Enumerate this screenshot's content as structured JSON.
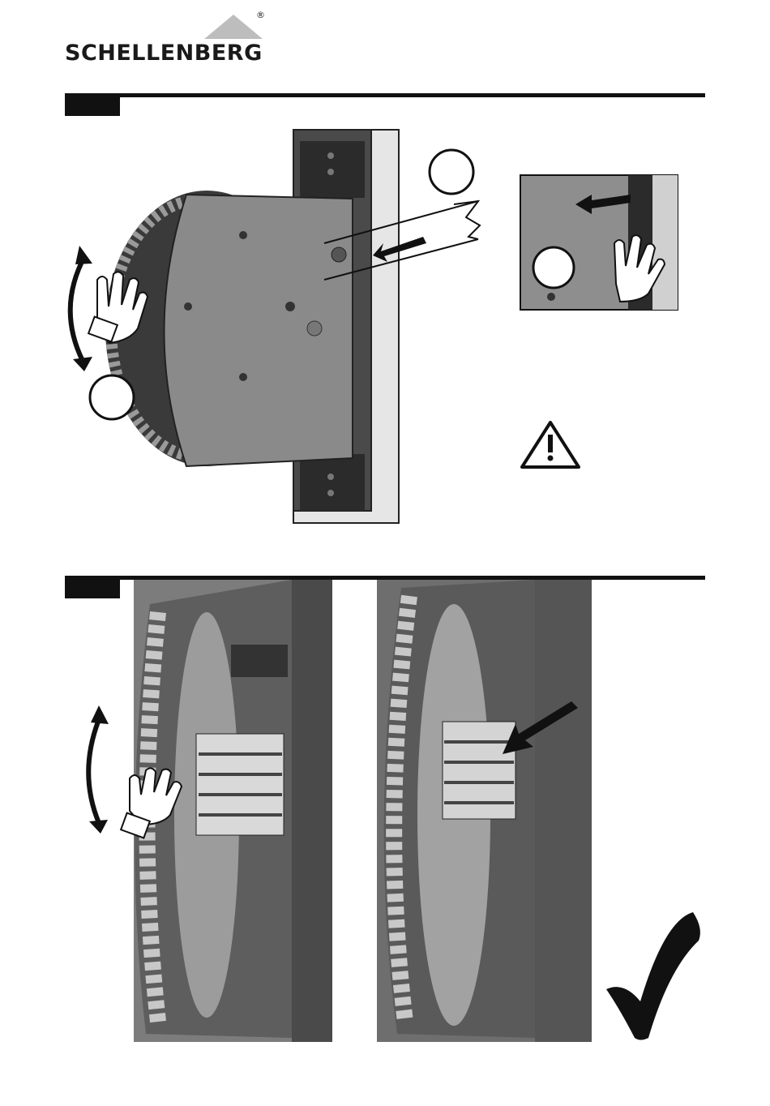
{
  "brand": {
    "name": "SCHELLENBERG",
    "registered_mark": "®"
  },
  "sections": [
    {
      "id": "step-1",
      "callouts": [
        "",
        ""
      ],
      "inset_callout": ""
    },
    {
      "id": "step-2"
    }
  ],
  "icons": {
    "logo_roof": "roof-triangle-icon",
    "warning": "warning-triangle-icon",
    "check": "checkmark-icon",
    "hand": "gloved-hand-icon",
    "rotate": "double-arrow-icon",
    "push": "arrow-icon"
  },
  "colors": {
    "ink": "#111111",
    "machine": "#8a8a8a",
    "machine_dark": "#4a4a4a",
    "rail": "#dcdcdc",
    "logo_roof": "#bdbdbd"
  }
}
